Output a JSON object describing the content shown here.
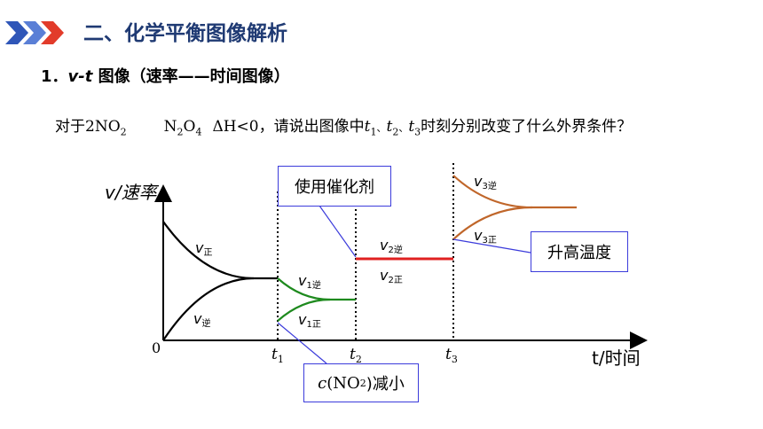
{
  "slide": {
    "section_title": "二、化学平衡图像解析",
    "subtitle_num": "1．",
    "subtitle_vt": "v-t",
    "subtitle_rest": " 图像（速率——时间图像）",
    "question": {
      "lead": "对于2NO",
      "no2_sub": "2",
      "n2o4_a": "N",
      "n2o4_sub1": "2",
      "n2o4_b": "O",
      "n2o4_sub2": "4",
      "dh": "ΔH<0，",
      "ask_a": "请说出图像中",
      "t1": "t",
      "t1_sub": "1",
      "sep1": "、",
      "t2": "t",
      "t2_sub": "2",
      "sep2": "、",
      "t3": "t",
      "t3_sub": "3",
      "ask_b": "时刻分别改变了什么外界条件？"
    }
  },
  "chart": {
    "y_axis_label": "v/速率",
    "x_axis_label": "t/时间",
    "origin": "0",
    "ticks": {
      "t1": "t",
      "t1s": "1",
      "t2": "t",
      "t2s": "2",
      "t3": "t",
      "t3s": "3"
    },
    "curve_labels": {
      "v_zheng": "v",
      "v_zheng_sub": "正",
      "v_ni": "v",
      "v_ni_sub": "逆",
      "v1_ni": "v",
      "v1_ni_sub": "1逆",
      "v1_zheng": "v",
      "v1_zheng_sub": "1正",
      "v2_ni": "v",
      "v2_ni_sub": "2逆",
      "v2_zheng": "v",
      "v2_zheng_sub": "2正",
      "v3_ni": "v",
      "v3_ni_sub": "3逆",
      "v3_zheng": "v",
      "v3_zheng_sub": "3正"
    },
    "colors": {
      "stage0": "#000000",
      "stage1": "#1e8a1e",
      "stage2": "#e02020",
      "stage3": "#c0662a",
      "callout_line": "#3b3bdb"
    }
  },
  "callouts": {
    "catalyst": "使用催化剂",
    "heat": "升高温度",
    "no2_reduce_a": "c",
    "no2_reduce_b": "(NO",
    "no2_reduce_sub": "2",
    "no2_reduce_c": ")减小"
  }
}
